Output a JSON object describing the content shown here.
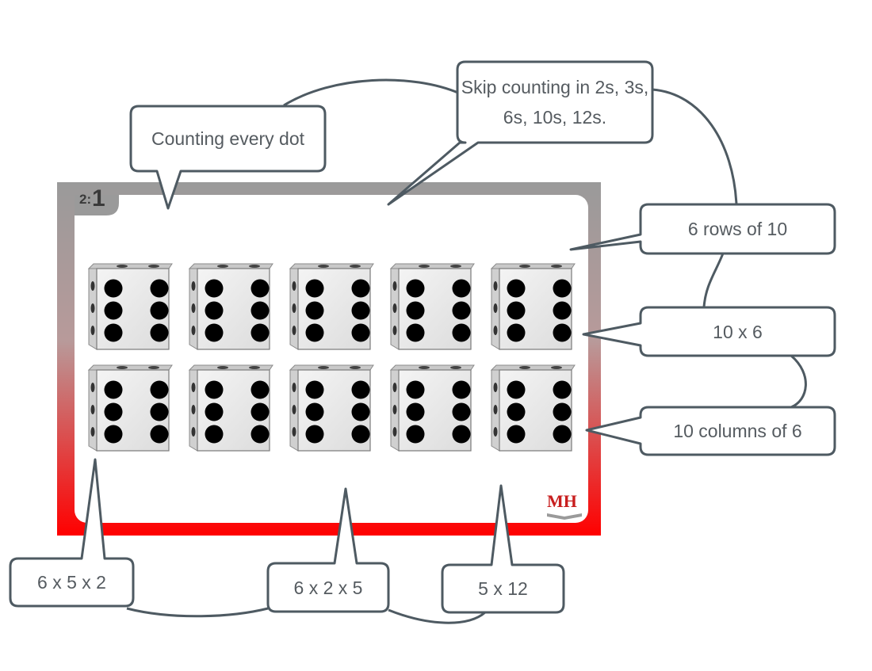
{
  "board": {
    "badge_left": "2:",
    "badge_right": "1",
    "logo": "MH",
    "frame_top_color": "#9a9a9a",
    "frame_bottom_color": "#ff0000",
    "dice_rows": 2,
    "dice_columns": 5,
    "dots_per_die": 6
  },
  "callouts": {
    "counting": "Counting every dot",
    "skip": "Skip counting in 2s, 3s, 6s, 10s, 12s.",
    "rows": "6 rows of 10",
    "mult": "10 x 6",
    "columns": "10 columns of 6",
    "left_bottom": "6 x 5 x 2",
    "mid_bottom": "6 x 2 x 5",
    "right_bottom": "5 x 12"
  }
}
